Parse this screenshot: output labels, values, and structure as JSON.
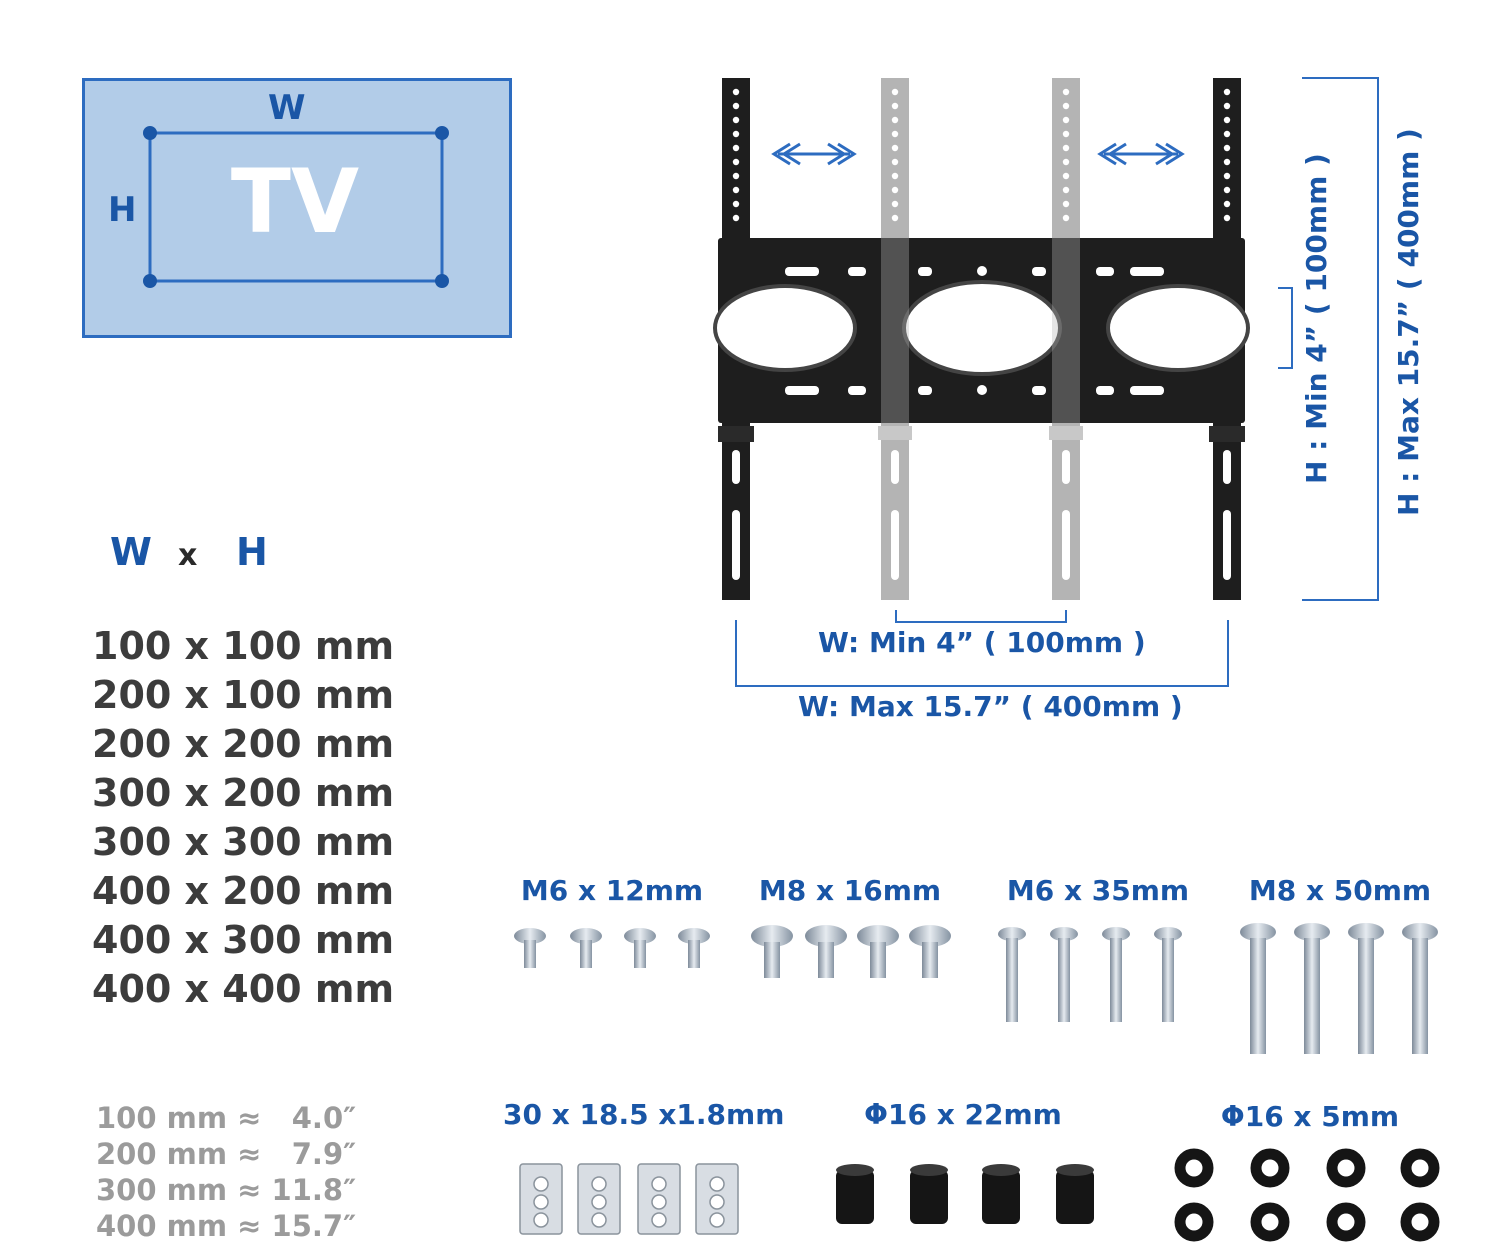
{
  "tv_diagram": {
    "w_label": "W",
    "h_label": "H",
    "tv_label": "TV"
  },
  "header": {
    "w": "W",
    "x": "x",
    "h": "H"
  },
  "vesa_sizes": [
    "100 x 100 mm",
    "200 x 100 mm",
    "200 x 200 mm",
    "300 x 200 mm",
    "300 x 300 mm",
    "400 x 200 mm",
    "400 x 300 mm",
    "400 x 400 mm"
  ],
  "conversions": [
    "100 mm ≈   4.0″",
    "200 mm ≈   7.9″",
    "300 mm ≈ 11.8″",
    "400 mm ≈ 15.7″"
  ],
  "dimensions": {
    "w_min": "W:  Min  4”  ( 100mm )",
    "w_max": "W:  Max  15.7”  ( 400mm )",
    "h_min": "H : Min  4”  ( 100mm )",
    "h_max": "H : Max  15.7”  ( 400mm )"
  },
  "hardware": {
    "screws": [
      "M6 x 12mm",
      "M8 x 16mm",
      "M6 x 35mm",
      "M8 x 50mm"
    ],
    "accessories": [
      "30 x 18.5 x1.8mm",
      "Φ16 x 22mm",
      "Φ16 x 5mm"
    ]
  },
  "colors": {
    "accent_blue": "#1a56a6",
    "tv_fill": "#b2cce8",
    "bracket": "#1e1e1e",
    "arm_gray": "#b4b4b4"
  }
}
